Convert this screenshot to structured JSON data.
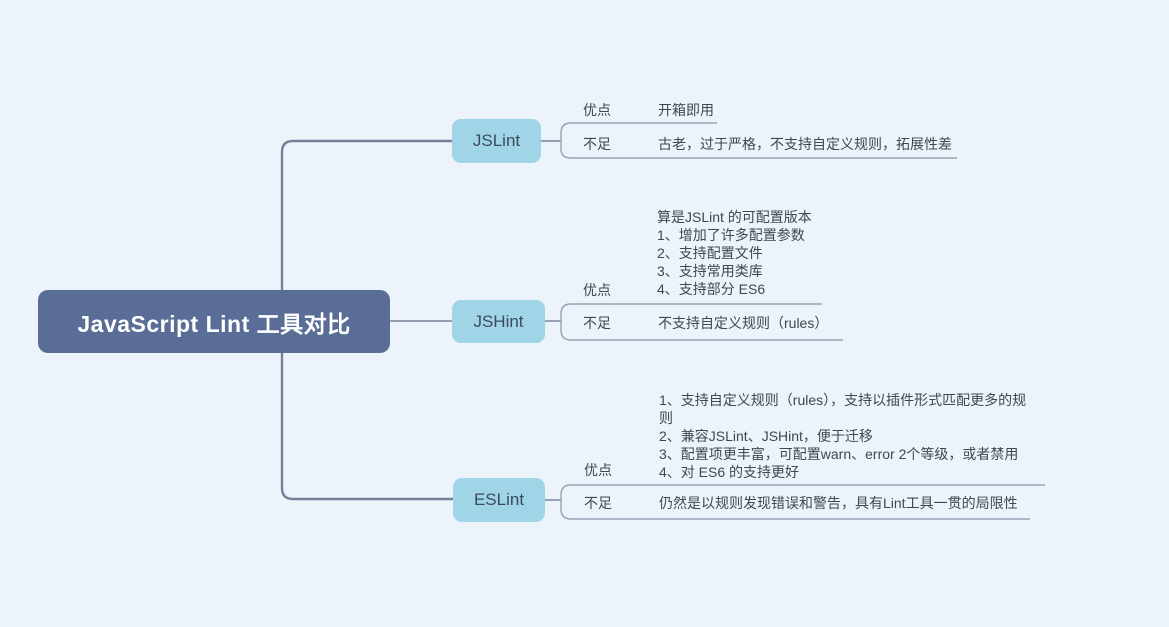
{
  "root": {
    "label": "JavaScript Lint 工具对比"
  },
  "colors": {
    "background": "#EDF3FA",
    "root_node_bg": "#5A6D96",
    "root_node_text": "#FFFFFF",
    "topic_node_bg": "#A0D5E8",
    "topic_node_text": "#3A4B5C",
    "trunk_line": "#74819C",
    "detail_line": "#98A1B3"
  },
  "branches": [
    {
      "name": "JSLint",
      "pros_label": "优点",
      "cons_label": "不足",
      "pros": [
        "开箱即用"
      ],
      "cons": [
        "古老，过于严格，不支持自定义规则，拓展性差"
      ]
    },
    {
      "name": "JSHint",
      "pros_label": "优点",
      "cons_label": "不足",
      "pros": [
        "算是JSLint 的可配置版本",
        "1、增加了许多配置参数",
        "2、支持配置文件",
        "3、支持常用类库",
        "4、支持部分 ES6"
      ],
      "cons": [
        "不支持自定义规则（rules）"
      ]
    },
    {
      "name": "ESLint",
      "pros_label": "优点",
      "cons_label": "不足",
      "pros": [
        "1、支持自定义规则（rules），支持以插件形式匹配更多的规",
        "则",
        "2、兼容JSLint、JSHint，便于迁移",
        "3、配置项更丰富，可配置warn、error 2个等级，或者禁用",
        "4、对 ES6 的支持更好"
      ],
      "cons": [
        "仍然是以规则发现错误和警告，具有Lint工具一贯的局限性"
      ]
    }
  ]
}
